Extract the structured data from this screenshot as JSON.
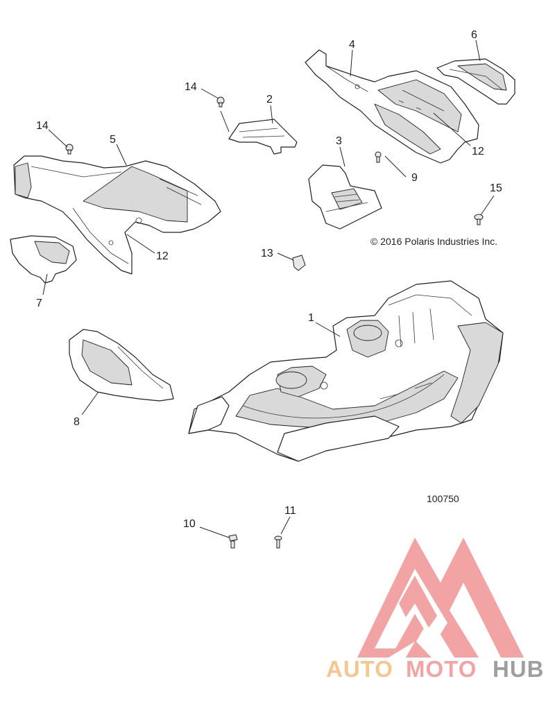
{
  "copyright": "© 2016 Polaris Industries Inc.",
  "diagram_number": "100750",
  "callouts": [
    {
      "id": "1",
      "label": "1"
    },
    {
      "id": "2",
      "label": "2"
    },
    {
      "id": "3",
      "label": "3"
    },
    {
      "id": "4",
      "label": "4"
    },
    {
      "id": "5",
      "label": "5"
    },
    {
      "id": "6",
      "label": "6"
    },
    {
      "id": "7",
      "label": "7"
    },
    {
      "id": "8",
      "label": "8"
    },
    {
      "id": "9",
      "label": "9"
    },
    {
      "id": "10",
      "label": "10"
    },
    {
      "id": "11",
      "label": "11"
    },
    {
      "id": "12a",
      "label": "12"
    },
    {
      "id": "12b",
      "label": "12"
    },
    {
      "id": "13",
      "label": "13"
    },
    {
      "id": "14a",
      "label": "14"
    },
    {
      "id": "14b",
      "label": "14"
    },
    {
      "id": "15",
      "label": "15"
    }
  ],
  "watermark": {
    "word_auto": "AUTO",
    "word_moto": "MOTO",
    "word_hub": "HUB",
    "color_auto": "#f7c48a",
    "color_moto": "#f2a0a0",
    "color_hub": "#9a9a9a",
    "mark_color": "#f2a0a0"
  }
}
